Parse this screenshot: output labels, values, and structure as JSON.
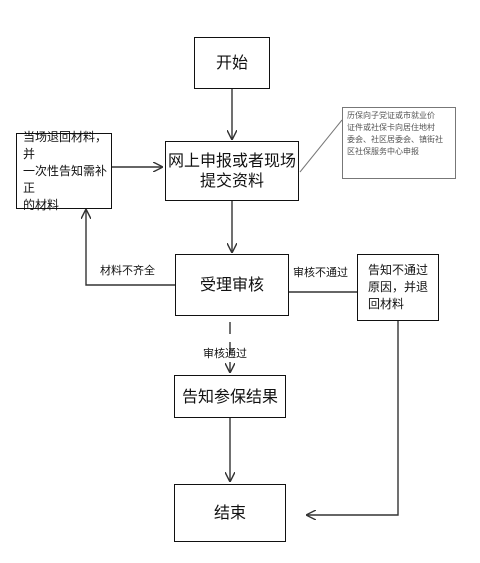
{
  "nodes": {
    "start": "开始",
    "submit": "网上申报或者现场\n提交资料",
    "review": "受理审核",
    "notify_result": "告知参保结果",
    "end": "结束",
    "return_materials": "当场退回材料，并\n一次性告知需补正\n的材料",
    "notify_fail": "告知不通过\n原因，并退\n回材料",
    "note": "历保向子党证或市就业价\n证件或社保卡向居住地村\n委会、社区居委会、镇街社\n区社保服务中心申报"
  },
  "edge_labels": {
    "incomplete": "材料不齐全",
    "fail": "审核不通过",
    "pass": "审核通过"
  }
}
